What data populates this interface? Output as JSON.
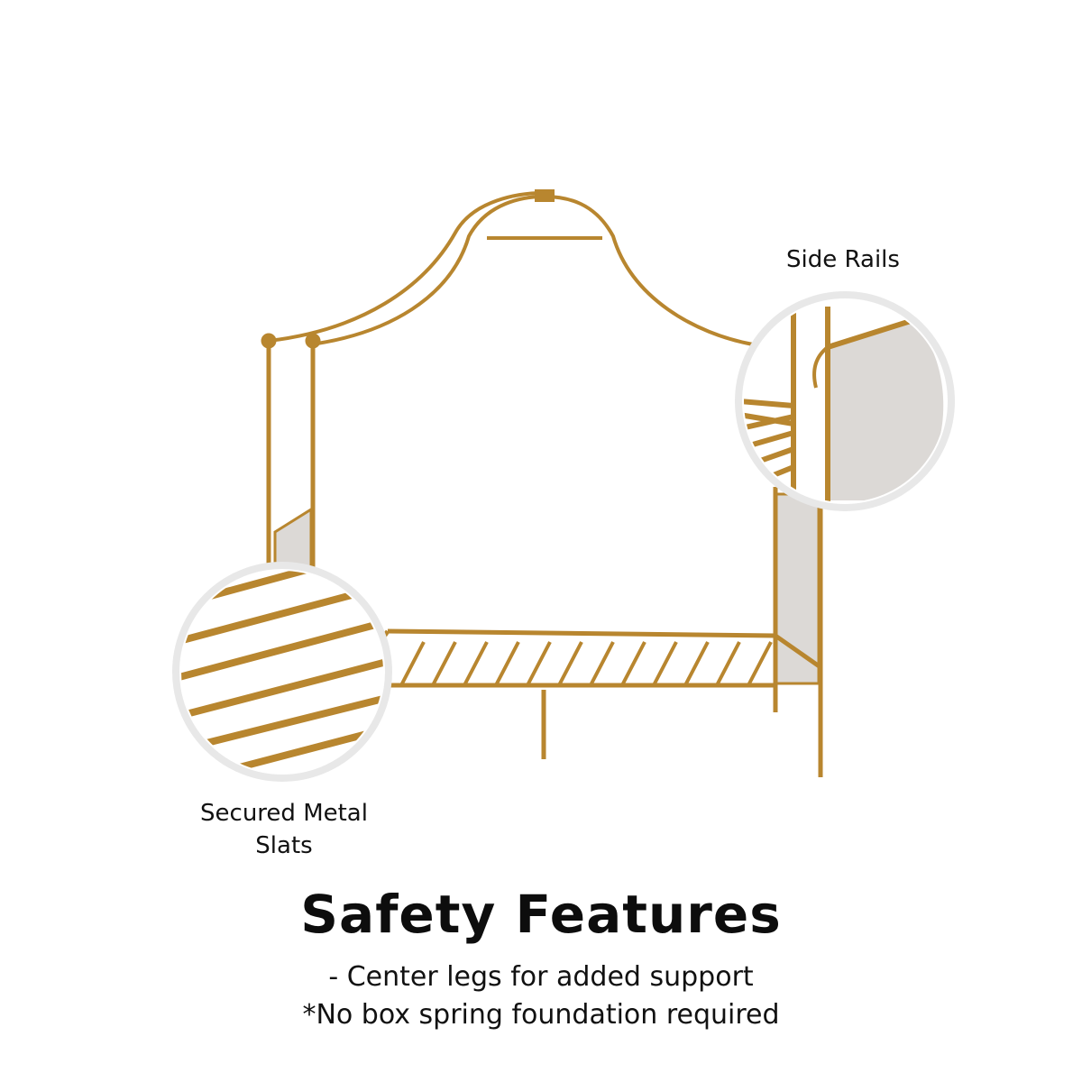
{
  "callouts": {
    "side_rails": "Side Rails",
    "slats_line1": "Secured Metal",
    "slats_line2": "Slats"
  },
  "heading": "Safety Features",
  "bullets": [
    "- Center legs for added support",
    "*No box spring foundation required"
  ],
  "colors": {
    "frame": "#b8862f",
    "panel": "#dcd9d6",
    "text": "#111111",
    "background": "#ffffff"
  }
}
